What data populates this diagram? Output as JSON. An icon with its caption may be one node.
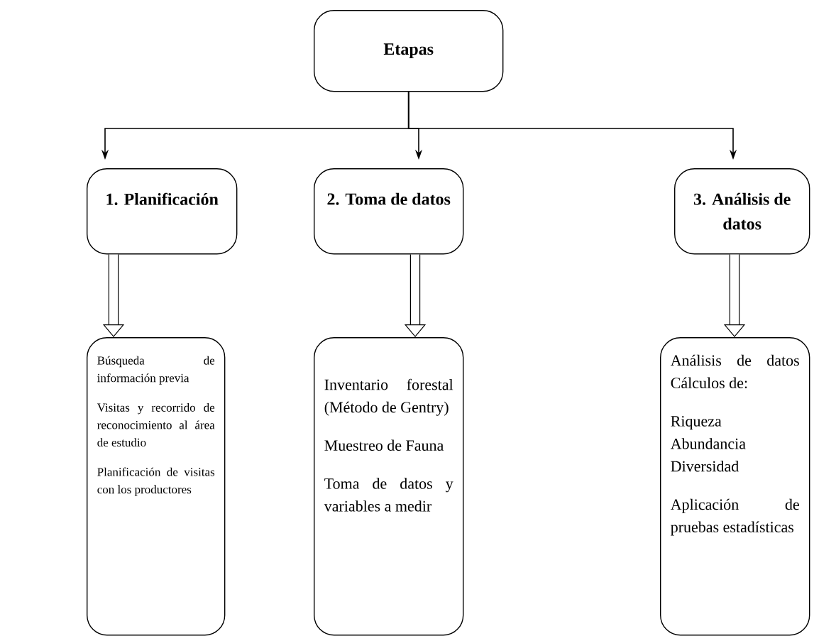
{
  "diagram": {
    "nodes": [
      {
        "text": [
          "Etapas"
        ]
      },
      {
        "text": [
          "1. Planificación"
        ]
      },
      {
        "text": [
          "2. Toma de datos"
        ]
      },
      {
        "text": [
          "3. Análisis de datos"
        ]
      },
      {
        "text": [
          "Búsqueda de información previa",
          "Visitas y recorrido de reconocimiento al área de estudio",
          "Planificación de visitas con los productores"
        ]
      },
      {
        "text": [
          "Inventario forestal (Método de Gentry)",
          "Muestreo de Fauna",
          "Toma de datos y variables a medir"
        ]
      },
      {
        "text": [
          "Análisis de datos Cálculos de:",
          "Riqueza Abundancia Diversidad",
          "Aplicación de pruebas estadísticas"
        ]
      }
    ],
    "edges": [
      {
        "from": 0,
        "to": 1,
        "arrow": "to"
      },
      {
        "from": 0,
        "to": 2,
        "arrow": "to"
      },
      {
        "from": 0,
        "to": 3,
        "arrow": "to"
      },
      {
        "from": 1,
        "to": 4,
        "arrow": "to",
        "style": "thick"
      },
      {
        "from": 2,
        "to": 5,
        "arrow": "to",
        "style": "thick"
      },
      {
        "from": 3,
        "to": 6,
        "arrow": "to",
        "style": "thick"
      }
    ]
  }
}
